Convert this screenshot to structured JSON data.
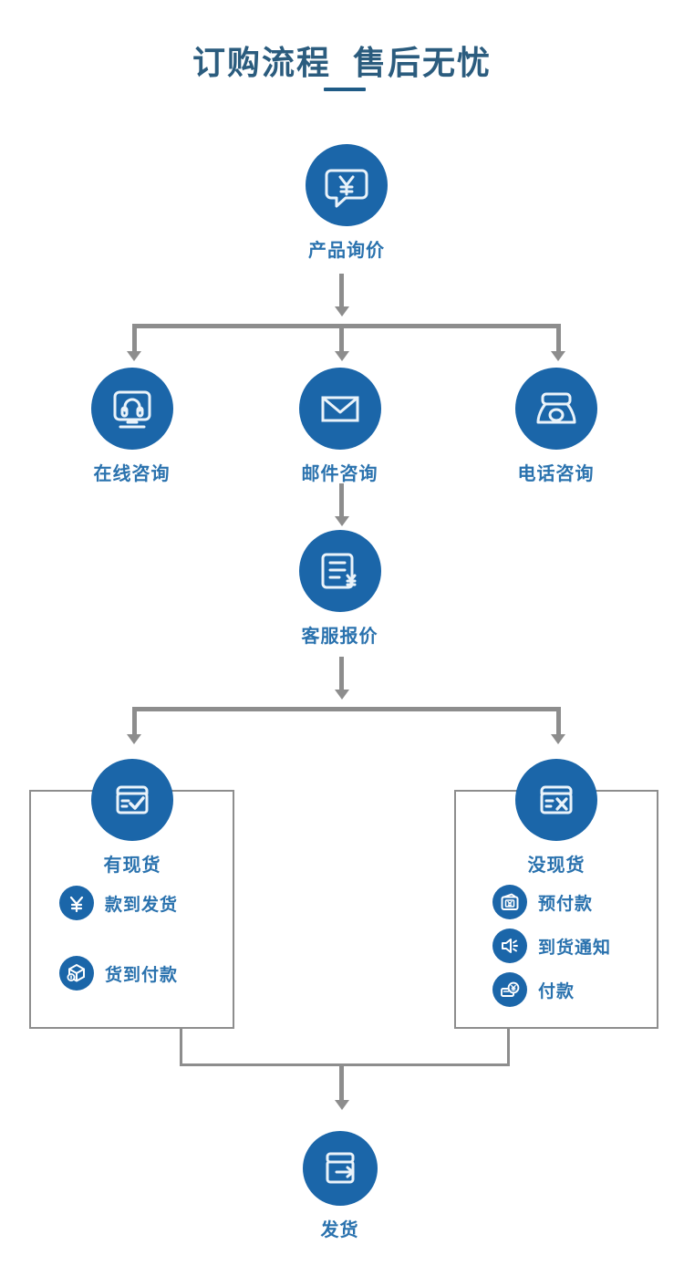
{
  "page": {
    "title": "订购流程  售后无忧",
    "accent_blue": "#1b66a9",
    "label_blue": "#2a72ae",
    "title_blue": "#2b5c7e",
    "connector_gray": "#8d8d8d"
  },
  "flow": {
    "start": {
      "label": "产品询价",
      "icon": "speech-bubble-yen-icon"
    },
    "contact_options": [
      {
        "label": "在线咨询",
        "icon": "monitor-headset-icon"
      },
      {
        "label": "邮件咨询",
        "icon": "envelope-icon"
      },
      {
        "label": "电话咨询",
        "icon": "telephone-icon"
      }
    ],
    "quote": {
      "label": "客服报价",
      "icon": "document-yen-icon"
    },
    "stock_branches": [
      {
        "label": "有现货",
        "icon": "box-check-icon",
        "options": [
          {
            "label": "款到发货",
            "icon": "yen-icon"
          },
          {
            "label": "货到付款",
            "icon": "package-icon"
          }
        ]
      },
      {
        "label": "没现货",
        "icon": "box-cross-icon",
        "options": [
          {
            "label": "预付款",
            "icon": "wallet-yen-icon"
          },
          {
            "label": "到货通知",
            "icon": "speaker-icon"
          },
          {
            "label": "付款",
            "icon": "cash-yen-icon"
          }
        ]
      }
    ],
    "end": {
      "label": "发货",
      "icon": "box-arrow-out-icon"
    }
  }
}
